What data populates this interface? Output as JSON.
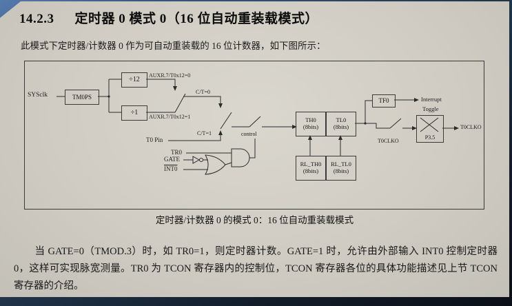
{
  "page": {
    "heading": {
      "number": "14.2.3",
      "title": "定时器 0 模式 0（16 位自动重装载模式）"
    },
    "intro": "此模式下定时器/计数器 0 作为可自动重装载的 16 位计数器，如下图所示：",
    "caption": "定时器/计数器 0 的模式 0：16 位自动重装载模式",
    "body": "当 GATE=0（TMOD.3）时，如 TR0=1，则定时器计数。GATE=1 时，允许由外部输入 INT0 控制定时器 0，这样可实现脉宽测量。TR0 为 TCON 寄存器内的控制位，TCON 寄存器各位的具体功能描述见上节 TCON 寄存器的介绍。"
  },
  "diagram": {
    "labels": {
      "sysclk": "SYSclk",
      "tm0ps": "TM0PS",
      "div12": "÷12",
      "div1": "÷1",
      "auxr0": "AUXR.7/T0x12=0",
      "auxr1": "AUXR.7/T0x12=1",
      "ct0": "C/T=0",
      "ct1": "C/T=1",
      "t0pin": "T0 Pin",
      "tr0": "TR0",
      "gate": "GATE",
      "int0": "INT0",
      "control": "control",
      "th0": "TH0",
      "th0bits": "(8bits)",
      "tl0": "TL0",
      "tl0bits": "(8bits)",
      "rlth0": "RL_TH0",
      "rlth0bits": "(8bits)",
      "rltl0": "RL_TL0",
      "rltl0bits": "(8bits)",
      "tf0": "TF0",
      "interrupt": "Interrupt",
      "toggle": "Toggle",
      "p35": "P3.5",
      "t0clko_switch": "T0CLKO",
      "t0clko_out": "T0CLKO"
    }
  }
}
